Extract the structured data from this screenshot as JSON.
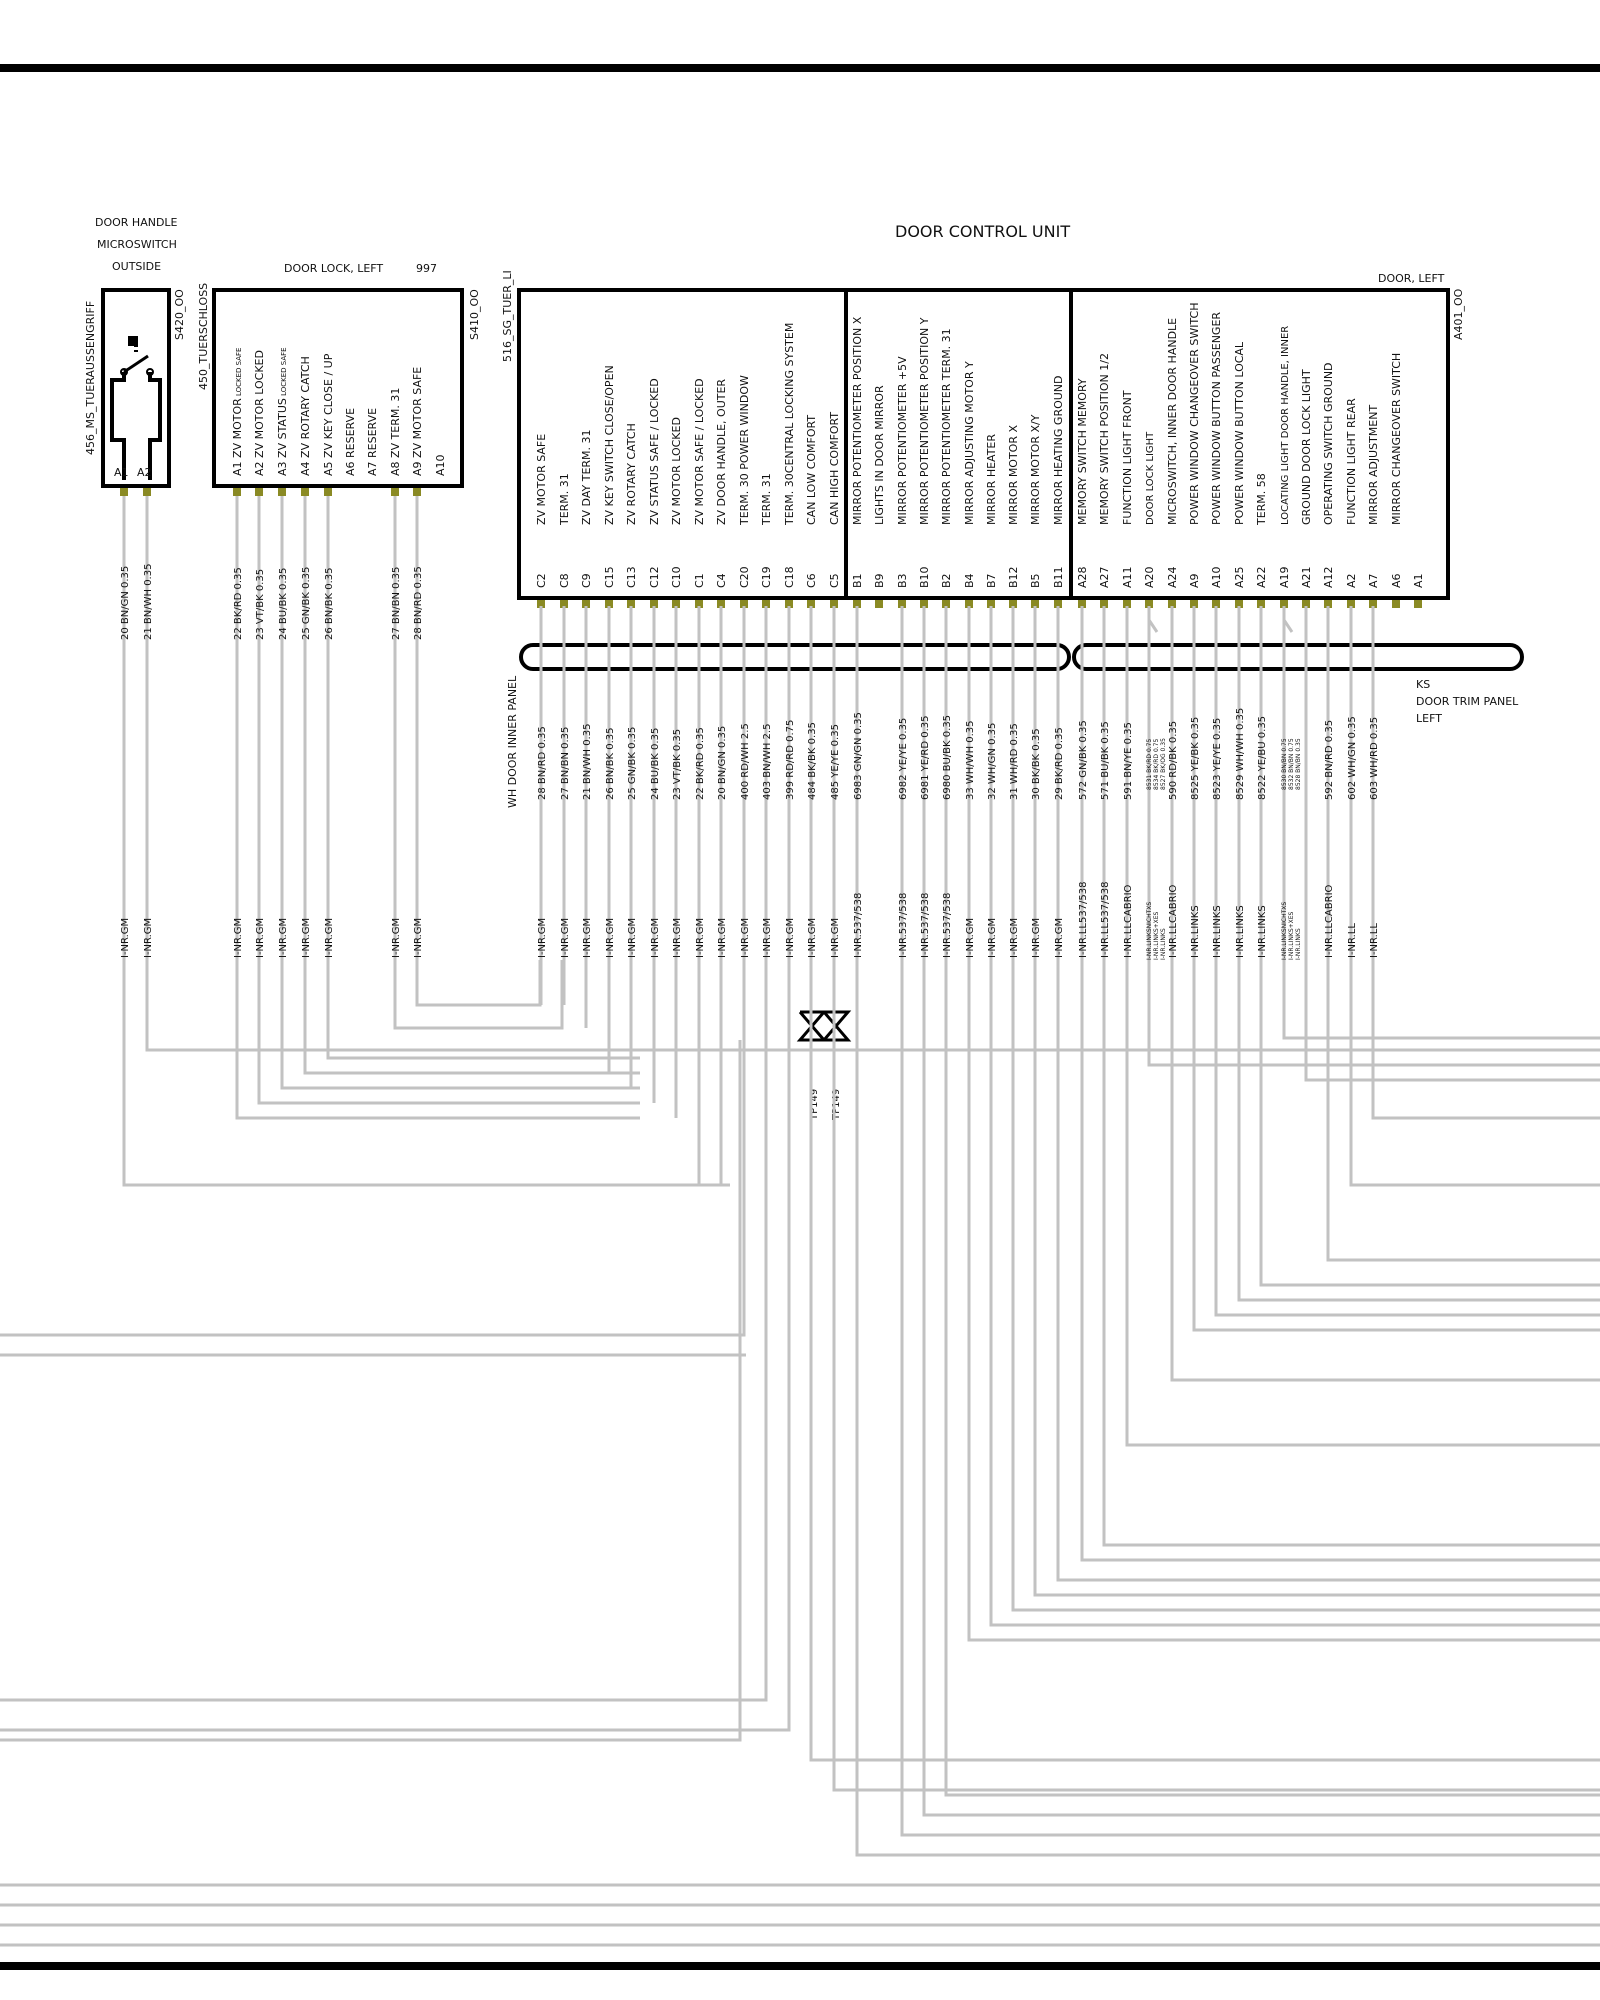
{
  "titles": {
    "dcu_title": "DOOR CONTROL UNIT",
    "door_left": "DOOR, LEFT",
    "handle_line1": "DOOR HANDLE",
    "handle_line2": "MICROSWITCH",
    "handle_line3": "OUTSIDE",
    "lock_label": "DOOR LOCK,  LEFT",
    "lock_num": "997",
    "wh_label": "WH DOOR INNER PANEL",
    "ks_line1": "KS",
    "ks_line2": "DOOR TRIM PANEL",
    "ks_line3": "LEFT",
    "tp_label": "TP149"
  },
  "handle": {
    "id_left": "456_MS_TUERAUSSENGRIFF",
    "id_right": "S420_OO",
    "pins": [
      "A1",
      "A2"
    ],
    "wires": [
      "20 BN/GN 0.35",
      "21 BN/WH 0.35"
    ],
    "harness": [
      "I-NR.GM",
      "I-NR.GM"
    ]
  },
  "lock": {
    "id_left": "450_TUERSCHLOSS",
    "id_right": "S410_OO",
    "pins": [
      {
        "pin": "A1",
        "name": "ZV  MOTOR",
        "sub": "LOCKED  SAFE"
      },
      {
        "pin": "A2",
        "name": "ZV  MOTOR  LOCKED",
        "sub": ""
      },
      {
        "pin": "A3",
        "name": "ZV  STATUS",
        "sub": "LOCKED  SAFE"
      },
      {
        "pin": "A4",
        "name": "ZV  ROTARY CATCH",
        "sub": ""
      },
      {
        "pin": "A5",
        "name": "ZV  KEY   CLOSE  /  UP",
        "sub": ""
      },
      {
        "pin": "A6",
        "name": "RESERVE",
        "sub": ""
      },
      {
        "pin": "A7",
        "name": "RESERVE",
        "sub": ""
      },
      {
        "pin": "A8",
        "name": "ZV  TERM. 31",
        "sub": ""
      },
      {
        "pin": "A9",
        "name": "ZV  MOTOR SAFE",
        "sub": ""
      },
      {
        "pin": "A10",
        "name": "",
        "sub": ""
      }
    ],
    "wires": [
      "22 BK/RD 0.35",
      "23 VT/BK 0.35",
      "24 BU/BK 0.35",
      "25 GN/BK 0.35",
      "26 BN/BK 0.35",
      "27 BN/BN 0.35",
      "28 BN/RD 0.35"
    ],
    "harness": [
      "I-NR.GM",
      "I-NR.GM",
      "I-NR.GM",
      "I-NR.GM",
      "I-NR.GM",
      "I-NR.GM",
      "I-NR.GM"
    ]
  },
  "dcu": {
    "id_left": "516_SG_TUER_LI",
    "id_right": "A401_OO",
    "section_c": [
      {
        "pin": "C2",
        "name": "ZV    MOTOR  SAFE",
        "wire": "28 BN/RD 0.35",
        "harness": "I-NR.GM"
      },
      {
        "pin": "C8",
        "name": "TERM. 31",
        "wire": "27 BN/BN 0.35",
        "harness": "I-NR.GM"
      },
      {
        "pin": "C9",
        "name": "ZV    DAY  TERM. 31",
        "wire": "21 BN/WH 0.35",
        "harness": "I-NR.GM"
      },
      {
        "pin": "C15",
        "name": "ZV    KEY  SWITCH  CLOSE/OPEN",
        "wire": "26 BN/BK 0.35",
        "harness": "I-NR.GM"
      },
      {
        "pin": "C13",
        "name": "ZV    ROTARY CATCH",
        "wire": "25 GN/BK 0.35",
        "harness": "I-NR.GM"
      },
      {
        "pin": "C12",
        "name": "ZV    STATUS  SAFE  /  LOCKED",
        "wire": "24 BU/BK 0.35",
        "harness": "I-NR.GM"
      },
      {
        "pin": "C10",
        "name": "ZV    MOTOR LOCKED",
        "wire": "23 VT/BK 0.35",
        "harness": "I-NR.GM"
      },
      {
        "pin": "C1",
        "name": "ZV    MOTOR  SAFE  /  LOCKED",
        "wire": "22 BK/RD 0.35",
        "harness": "I-NR.GM"
      },
      {
        "pin": "C4",
        "name": "ZV    DOOR HANDLE,  OUTER",
        "wire": "20 BN/GN 0.35",
        "harness": "I-NR.GM"
      },
      {
        "pin": "C20",
        "name": "TERM. 30 POWER WINDOW",
        "wire": "400 RD/WH 2.5",
        "harness": "I-NR.GM"
      },
      {
        "pin": "C19",
        "name": "TERM. 31",
        "wire": "403 BN/WH 2.5",
        "harness": "I-NR.GM"
      },
      {
        "pin": "C18",
        "name": "TERM. 30CENTRAL LOCKING SYSTEM",
        "wire": "399 RD/RD 0.75",
        "harness": "I-NR.GM"
      },
      {
        "pin": "C6",
        "name": "CAN LOW  COMFORT",
        "wire": "484 BK/BK 0.35",
        "harness": "I-NR.GM"
      },
      {
        "pin": "C5",
        "name": "CAN HIGH  COMFORT",
        "wire": "485 YE/YE 0.35",
        "harness": "I-NR.GM"
      }
    ],
    "section_b": [
      {
        "pin": "B1",
        "name": "MIRROR  POTENTIOMETER  POSITION  X",
        "wire": "6983 GN/GN 0.35",
        "harness": "I-NR.537/538"
      },
      {
        "pin": "B9",
        "name": "LIGHTS  IN DOOR MIRROR",
        "wire": "",
        "harness": ""
      },
      {
        "pin": "B3",
        "name": "MIRROR  POTENTIOMETER  +5V",
        "wire": "6982 YE/YE 0.35",
        "harness": "I-NR.537/538"
      },
      {
        "pin": "B10",
        "name": "MIRROR  POTENTIOMETER  POSITION  Y",
        "wire": "6981 YE/RD 0.35",
        "harness": "I-NR.537/538"
      },
      {
        "pin": "B2",
        "name": "MIRROR  POTENTIOMETER  TERM. 31",
        "wire": "6980 BU/BK 0.35",
        "harness": "I-NR.537/538"
      },
      {
        "pin": "B4",
        "name": "MIRROR   ADJUSTING  MOTOR  Y",
        "wire": "33 WH/WH 0.35",
        "harness": "I-NR.GM"
      },
      {
        "pin": "B7",
        "name": "MIRROR      HEATER",
        "wire": "32 WH/GN 0.35",
        "harness": "I-NR.GM"
      },
      {
        "pin": "B12",
        "name": "MIRROR      MOTOR  X",
        "wire": "31 WH/RD 0.35",
        "harness": "I-NR.GM"
      },
      {
        "pin": "B5",
        "name": "MIRROR      MOTOR  X/Y",
        "wire": "30 BK/BK 0.35",
        "harness": "I-NR.GM"
      },
      {
        "pin": "B11",
        "name": "MIRROR HEATING  GROUND",
        "wire": "29 BK/RD 0.35",
        "harness": "I-NR.GM"
      }
    ],
    "section_a": [
      {
        "pin": "A28",
        "name": "MEMORY SWITCH  MEMORY",
        "wire": "572 GN/BK 0.35",
        "harness": "I-NR.LL537/538",
        "small": false
      },
      {
        "pin": "A27",
        "name": "MEMORY SWITCH  POSITION 1/2",
        "wire": "571 BU/BK 0.35",
        "harness": "I-NR.LL537/538",
        "small": false
      },
      {
        "pin": "A11",
        "name": "FUNCTION LIGHT  FRONT",
        "wire": "591 BN/YE 0.35",
        "harness": "I-NR.LLCABRIO",
        "small": false
      },
      {
        "pin": "A20",
        "name": "DOOR LOCK  LIGHT",
        "wire": "",
        "harness": "",
        "small": true
      },
      {
        "pin": "A24",
        "name": "MICROSWITCH,  INNER DOOR  HANDLE",
        "wire": "590 RD/BK 0.35",
        "harness": "I-NR.LLCABRIO",
        "small": false
      },
      {
        "pin": "A9",
        "name": "POWER WINDOW   CHANGEOVER SWITCH",
        "wire": "8525 YE/BK 0.35",
        "harness": "I-NR.LINKS",
        "small": false
      },
      {
        "pin": "A10",
        "name": "POWER WINDOW   BUTTON  PASSENGER",
        "wire": "8523 YE/YE 0.35",
        "harness": "I-NR.LINKS",
        "small": false
      },
      {
        "pin": "A25",
        "name": "POWER WINDOW   BUTTON  LOCAL",
        "wire": "8529 WH/WH 0.35",
        "harness": "I-NR.LINKS",
        "small": false
      },
      {
        "pin": "A22",
        "name": "TERM. 58",
        "wire": "8522 YE/BU 0.35",
        "harness": "I-NR.LINKS",
        "small": false
      },
      {
        "pin": "A19",
        "name": "LOCATING LIGHT  DOOR  HANDLE, INNER",
        "wire": "",
        "harness": "",
        "small": true
      },
      {
        "pin": "A21",
        "name": "GROUND  DOOR LOCK LIGHT",
        "wire": "",
        "harness": "",
        "small": false
      },
      {
        "pin": "A12",
        "name": "OPERATING SWITCH GROUND",
        "wire": "592 BN/RD 0.35",
        "harness": "I-NR.LLCABRIO",
        "small": false
      },
      {
        "pin": "A2",
        "name": "FUNCTION LIGHT REAR",
        "wire": "602 WH/GN 0.35",
        "harness": "I-NR.LL",
        "small": false
      },
      {
        "pin": "A7",
        "name": "MIRROR ADJUSTMENT",
        "wire": "603 WH/RD 0.35",
        "harness": "I-NR.LL",
        "small": false
      },
      {
        "pin": "A6",
        "name": "MIRROR CHANGEOVER SWITCH",
        "wire": "",
        "harness": "",
        "small": false
      },
      {
        "pin": "A1",
        "name": "",
        "wire": "",
        "harness": "",
        "small": false
      }
    ],
    "a20_small_wires": [
      "8531 BK/RD 0.75",
      "8534 BK/RD 0.75",
      "8527 BK/OG 0.35"
    ],
    "a20_small_harness": [
      "I-NR.LINKSNICHTXS",
      "I-NR.LINKS+XES",
      "I-NR.LINKS"
    ],
    "a19_small_wires": [
      "8530 BN/BN 0.75",
      "8532 BN/BN 0.75",
      "8528 BN/BN 0.35"
    ],
    "a19_small_harness": [
      "I-NR.LINKSNICHTXS",
      "I-NR.LINKS+XES",
      "I-NR.LINKS"
    ]
  }
}
